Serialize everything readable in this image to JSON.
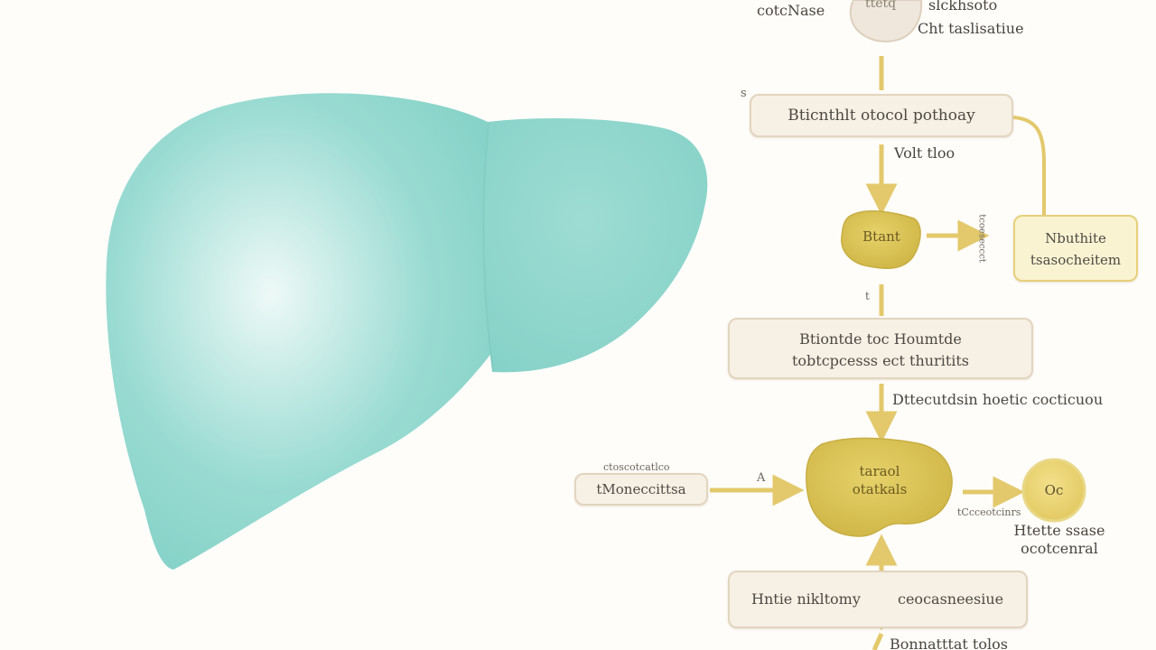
{
  "colors": {
    "liver_fill": "#8fd8cf",
    "liver_highlight": "#e4f7f4",
    "arrow": "#e3c96c",
    "organ_yellow": "#d9c153",
    "box_beige": "#f7f0e4",
    "box_yellow": "#faf3d2",
    "text": "#4a4640"
  },
  "top": {
    "left_label": "cotcNase",
    "organ_label": "ttetq",
    "right_label_1": "slckhsoto",
    "right_label_2": "Cht taslisatiue"
  },
  "step_marker": "s",
  "pathway_box": "Bticnthlt otocol pothoay",
  "pathway_sublabel": "Volt tloo",
  "kidney_label": "Btant",
  "side_vertical_label": "tcoeseccct",
  "right_box": {
    "line1": "Nbuthite",
    "line2": "tsasocheitem"
  },
  "tick_label": "t",
  "middle_box": {
    "line1": "Btiontde toc Houmtde",
    "line2": "tobtcpcesss ect thuritits"
  },
  "middle_sublabel": "Dttecutdsin hoetic cocticuou",
  "left_input": {
    "top": "ctoscotcatlco",
    "main": "tMoneccittsa"
  },
  "arrow_marker": "A",
  "center_organ": {
    "line1": "taraol",
    "line2": "otatkals"
  },
  "output_small": "tCcceotcinrs",
  "output_circle": "Oc",
  "output_label": {
    "line1": "Htette ssase",
    "line2": "ocotcenral"
  },
  "bottom_box": {
    "left": "Hntie nikltomy",
    "right": "ceocasneesiue"
  },
  "bottom_label": "Bonnatttat tolos"
}
